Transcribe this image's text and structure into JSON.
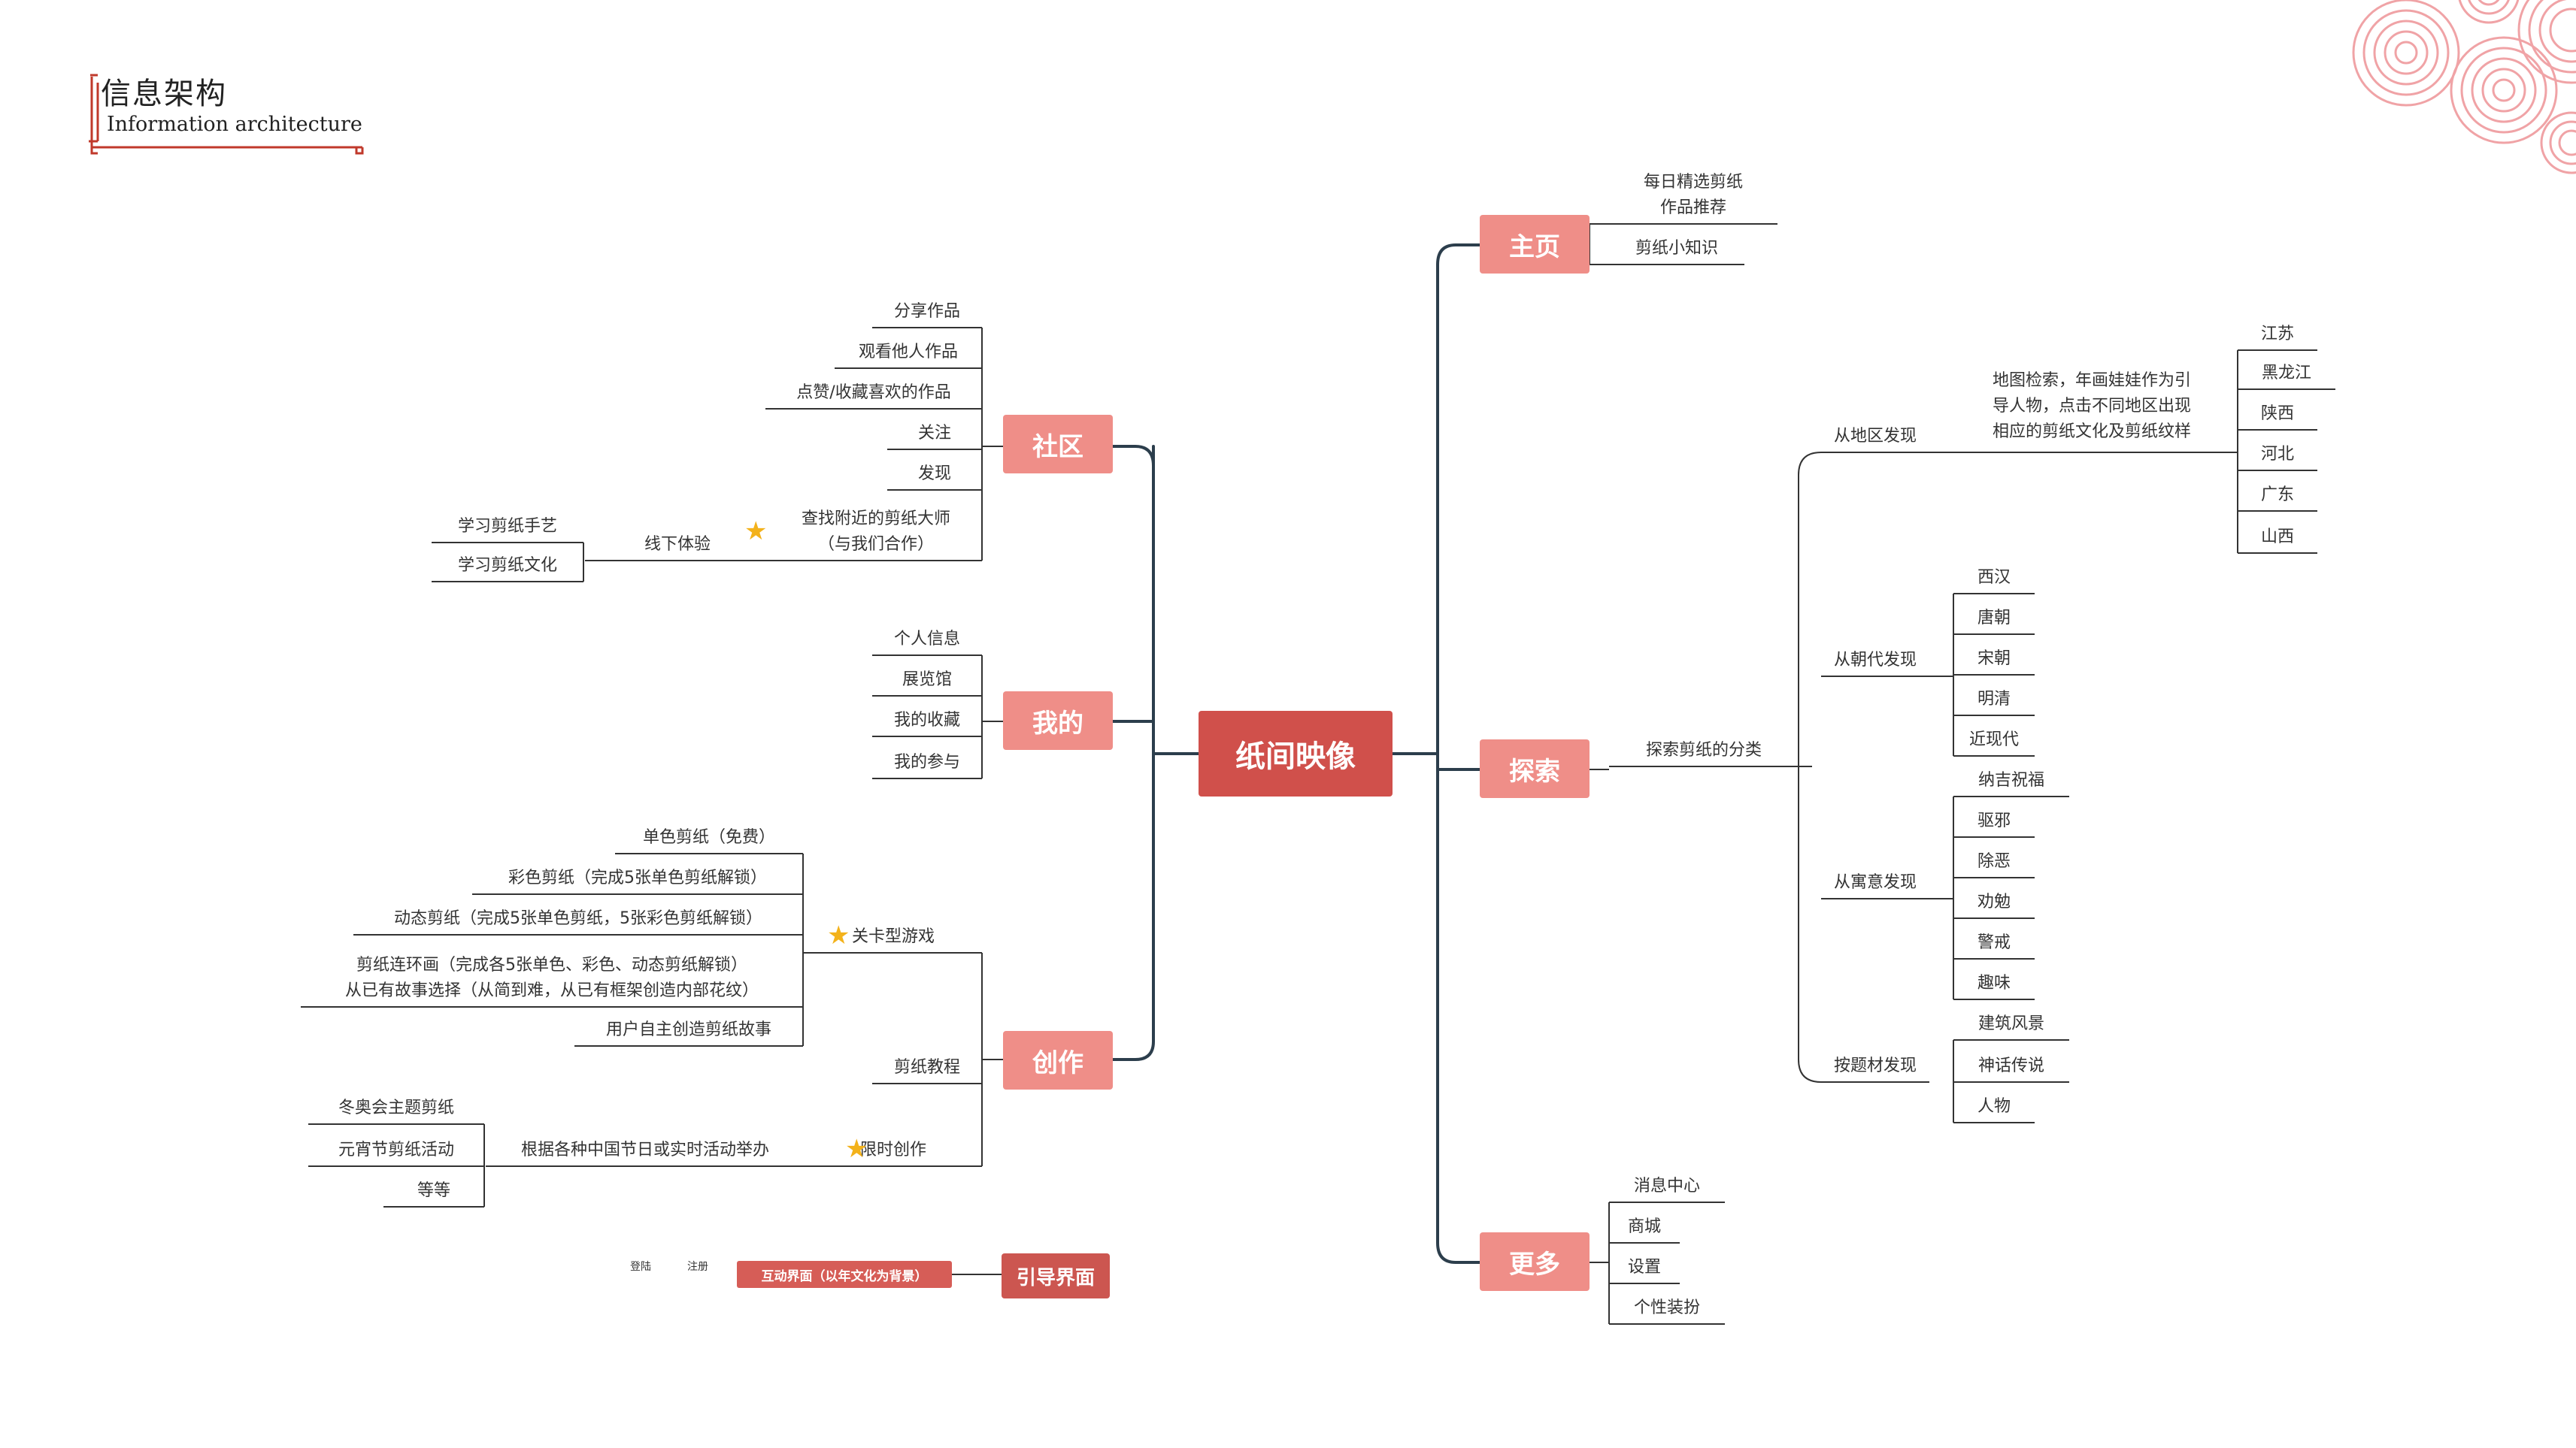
{
  "header": {
    "title_cn": "信息架构",
    "title_en": "Information architecture"
  },
  "root": "纸间映像",
  "branches": {
    "home": "主页",
    "community": "社区",
    "mine": "我的",
    "create": "创作",
    "guide": "引导界面",
    "explore": "探索",
    "more": "更多"
  },
  "home_items": [
    "每日精选剪纸\n作品推荐",
    "剪纸小知识"
  ],
  "community_items": [
    "分享作品",
    "观看他人作品",
    "点赞/收藏喜欢的作品",
    "关注",
    "发现",
    "查找附近的剪纸大师\n（与我们合作）"
  ],
  "offline": {
    "label": "线下体验",
    "items": [
      "学习剪纸手艺",
      "学习剪纸文化"
    ]
  },
  "mine_items": [
    "个人信息",
    "展览馆",
    "我的收藏",
    "我的参与"
  ],
  "create_items": [
    "关卡型游戏",
    "剪纸教程",
    "限时创作"
  ],
  "level_items": [
    "单色剪纸（免费）",
    "彩色剪纸（完成5张单色剪纸解锁）",
    "动态剪纸（完成5张单色剪纸，5张彩色剪纸解锁）",
    "剪纸连环画（完成各5张单色、彩色、动态剪纸解锁）\n从已有故事选择（从简到难，从已有框架创造内部花纹）",
    "用户自主创造剪纸故事"
  ],
  "timed": {
    "label": "根据各种中国节日或实时活动举办",
    "items": [
      "冬奥会主题剪纸",
      "元宵节剪纸活动",
      "等等"
    ]
  },
  "guide_items": {
    "main": "互动界面（以年文化为背景）",
    "login": "登陆",
    "register": "注册"
  },
  "explore_main": "探索剪纸的分类",
  "explore_items": [
    "从地区发现",
    "从朝代发现",
    "从寓意发现",
    "按题材发现"
  ],
  "region_desc": "地图检索，年画娃娃作为引\n导人物，点击不同地区出现\n相应的剪纸文化及剪纸纹样",
  "regions": [
    "江苏",
    "黑龙江",
    "陕西",
    "河北",
    "广东",
    "山西"
  ],
  "dynasties": [
    "西汉",
    "唐朝",
    "宋朝",
    "明清",
    "近现代"
  ],
  "meanings": [
    "纳吉祝福",
    "驱邪",
    "除恶",
    "劝勉",
    "警戒",
    "趣味"
  ],
  "subjects": [
    "建筑风景",
    "神话传说",
    "人物"
  ],
  "more_items": [
    "消息中心",
    "商城",
    "设置",
    "个性装扮"
  ],
  "colors": {
    "main_node": "#ef8e88",
    "root_node": "#d0504b",
    "dark_node": "#cc5650",
    "line": "#2c3e4c",
    "star": "#f3b21b",
    "accent": "#c0392b"
  },
  "icons": [
    "star-icon",
    "pattern-decoration"
  ]
}
